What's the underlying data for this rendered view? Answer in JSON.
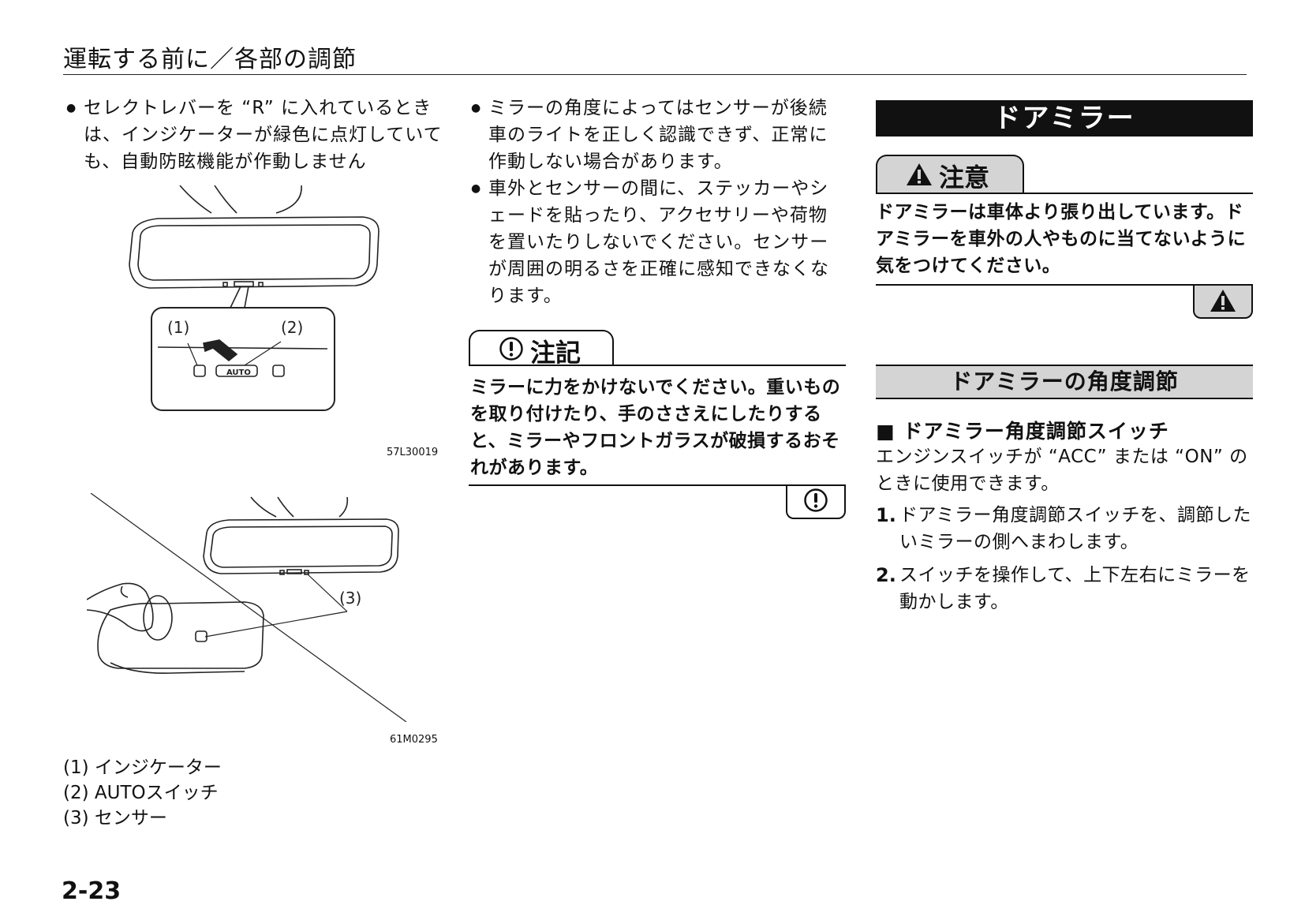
{
  "header": {
    "title": "運転する前に／各部の調節"
  },
  "column1": {
    "bullet": "セレクトレバーを “R” に入れているときは、インジケーターが緑色に点灯していても、自動防眩機能が作動しません",
    "figure1": {
      "code": "57L30019",
      "callout_1": "(1)",
      "callout_2": "(2)",
      "switch_label": "AUTO"
    },
    "figure2": {
      "code": "61M0295",
      "callout_3": "(3)"
    },
    "legend": [
      "(1) インジケーター",
      "(2) AUTOスイッチ",
      "(3) センサー"
    ]
  },
  "column2": {
    "bullets": [
      "ミラーの角度によってはセンサーが後続車のライトを正しく認識できず、正常に作動しない場合があります。",
      "車外とセンサーの間に、ステッカーやシェードを貼ったり、アクセサリーや荷物を置いたりしないでください。センサーが周囲の明るさを正確に感知できなくなります。"
    ],
    "note": {
      "label": "注記",
      "icon": "exclamation-circle-icon",
      "body": "ミラーに力をかけないでください。重いものを取り付けたり、手のささえにしたりすると、ミラーやフロントガラスが破損するおそれがあります。"
    }
  },
  "column3": {
    "section_title": "ドアミラー",
    "caution": {
      "label": "注意",
      "icon": "warning-triangle-icon",
      "body": "ドアミラーは車体より張り出しています。ドアミラーを車外の人やものに当てないように気をつけてください。"
    },
    "subsection_title": "ドアミラーの角度調節",
    "switch_heading": "■ ドアミラー角度調節スイッチ",
    "intro": "エンジンスイッチが “ACC” または “ON” のときに使用できます。",
    "steps": [
      {
        "num": "1.",
        "text": "ドアミラー角度調節スイッチを、調節したいミラーの側へまわします。"
      },
      {
        "num": "2.",
        "text": "スイッチを操作して、上下左右にミラーを動かします。"
      }
    ]
  },
  "page_number": "2-23",
  "colors": {
    "text": "#111111",
    "heading_bar": "#111111",
    "caution_fill": "#d4d4d4",
    "background": "#ffffff"
  }
}
